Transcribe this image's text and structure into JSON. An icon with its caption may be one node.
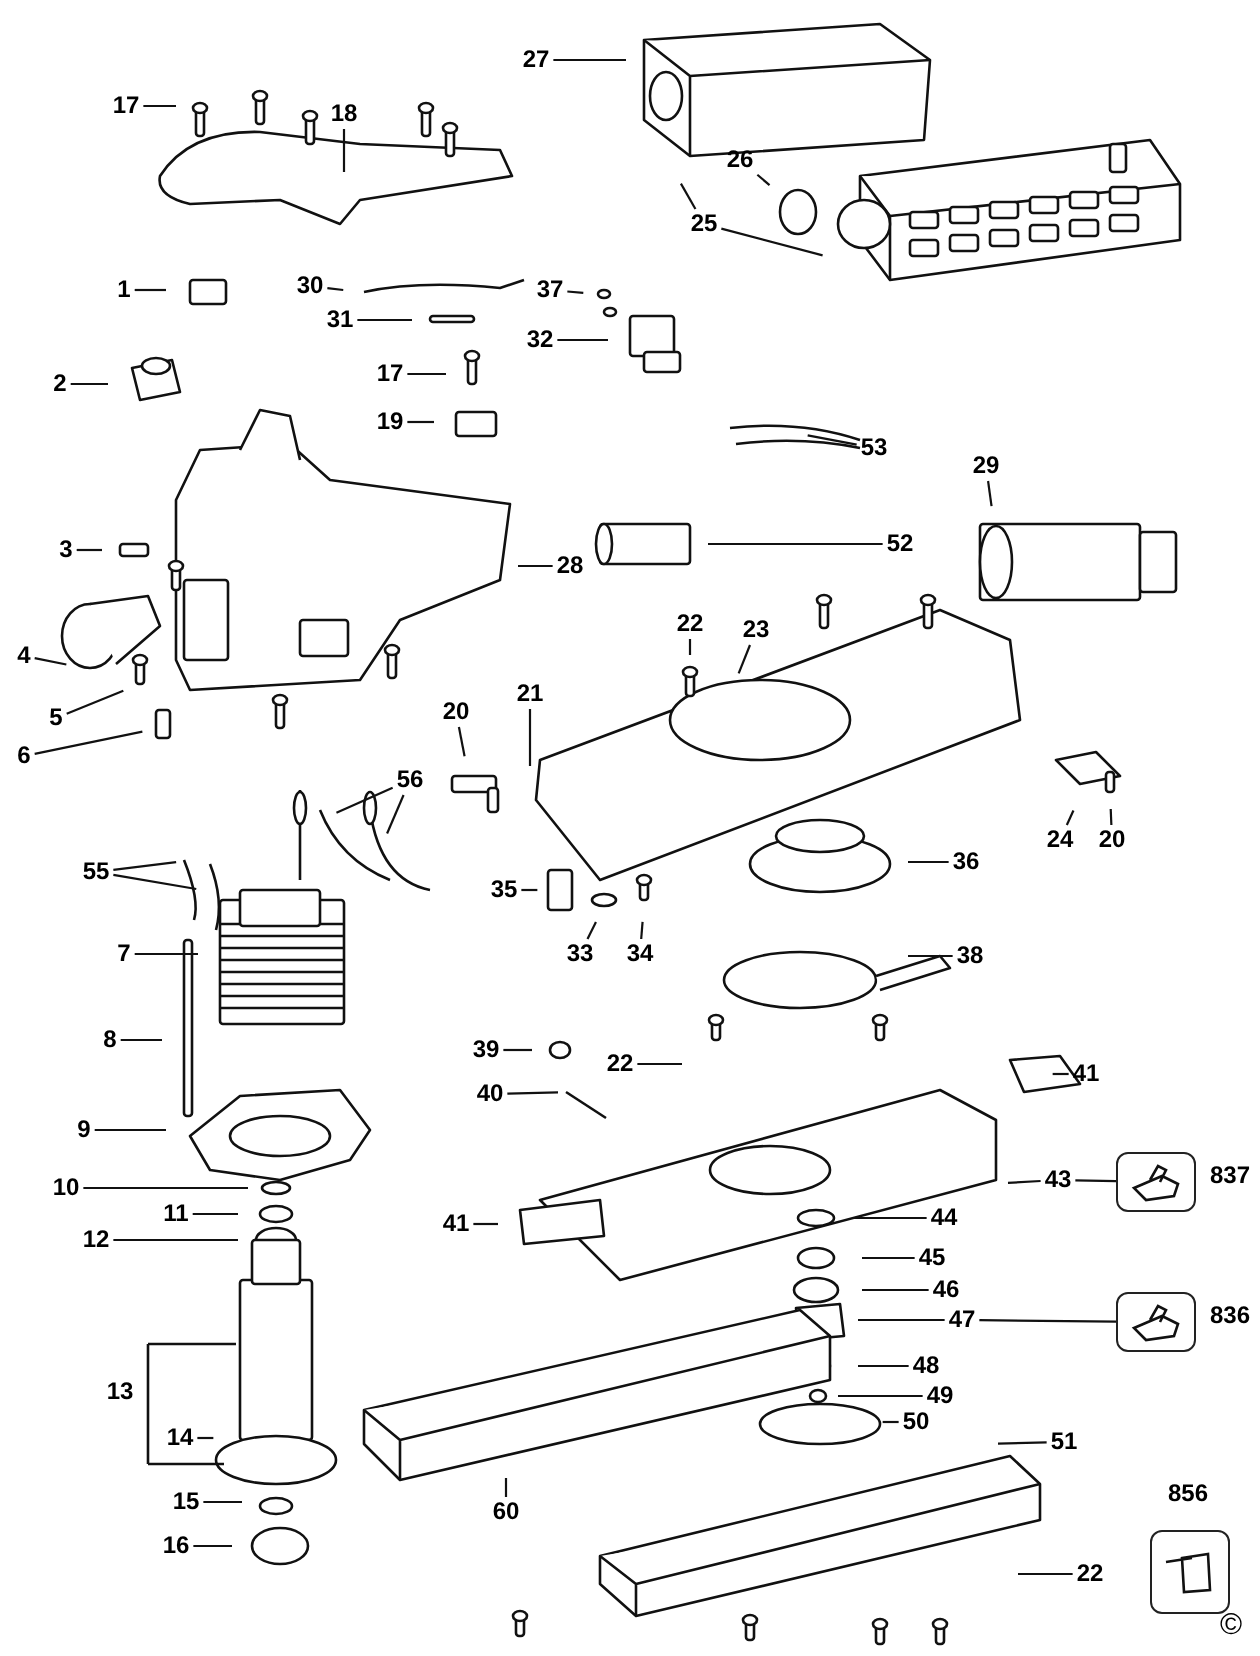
{
  "diagram": {
    "nodes": [
      {
        "text": [
          "27"
        ]
      },
      {
        "text": [
          "17"
        ]
      },
      {
        "text": [
          "18"
        ]
      },
      {
        "text": [
          "26"
        ]
      },
      {
        "text": [
          "25"
        ]
      },
      {
        "text": [
          "1"
        ]
      },
      {
        "text": [
          "30"
        ]
      },
      {
        "text": [
          "37"
        ]
      },
      {
        "text": [
          "31"
        ]
      },
      {
        "text": [
          "32"
        ]
      },
      {
        "text": [
          "2"
        ]
      },
      {
        "text": [
          "17"
        ]
      },
      {
        "text": [
          "19"
        ]
      },
      {
        "text": [
          "53"
        ]
      },
      {
        "text": [
          "29"
        ]
      },
      {
        "text": [
          "52"
        ]
      },
      {
        "text": [
          "3"
        ]
      },
      {
        "text": [
          "28"
        ]
      },
      {
        "text": [
          "22"
        ]
      },
      {
        "text": [
          "23"
        ]
      },
      {
        "text": [
          "4"
        ]
      },
      {
        "text": [
          "5"
        ]
      },
      {
        "text": [
          "21"
        ]
      },
      {
        "text": [
          "6"
        ]
      },
      {
        "text": [
          "20"
        ]
      },
      {
        "text": [
          "56"
        ]
      },
      {
        "text": [
          "24"
        ]
      },
      {
        "text": [
          "20"
        ]
      },
      {
        "text": [
          "55"
        ]
      },
      {
        "text": [
          "35"
        ]
      },
      {
        "text": [
          "36"
        ]
      },
      {
        "text": [
          "33"
        ]
      },
      {
        "text": [
          "34"
        ]
      },
      {
        "text": [
          "7"
        ]
      },
      {
        "text": [
          "38"
        ]
      },
      {
        "text": [
          "8"
        ]
      },
      {
        "text": [
          "39"
        ]
      },
      {
        "text": [
          "22"
        ]
      },
      {
        "text": [
          "41"
        ]
      },
      {
        "text": [
          "40"
        ]
      },
      {
        "text": [
          "9"
        ]
      },
      {
        "text": [
          "43"
        ]
      },
      {
        "text": [
          "837"
        ]
      },
      {
        "text": [
          "10"
        ]
      },
      {
        "text": [
          "41"
        ]
      },
      {
        "text": [
          "11"
        ]
      },
      {
        "text": [
          "44"
        ]
      },
      {
        "text": [
          "12"
        ]
      },
      {
        "text": [
          "45"
        ]
      },
      {
        "text": [
          "46"
        ]
      },
      {
        "text": [
          "47"
        ]
      },
      {
        "text": [
          "836"
        ]
      },
      {
        "text": [
          "13"
        ]
      },
      {
        "text": [
          "48"
        ]
      },
      {
        "text": [
          "49"
        ]
      },
      {
        "text": [
          "50"
        ]
      },
      {
        "text": [
          "14"
        ]
      },
      {
        "text": [
          "51"
        ]
      },
      {
        "text": [
          "60"
        ]
      },
      {
        "text": [
          "15"
        ]
      },
      {
        "text": [
          "16"
        ]
      },
      {
        "text": [
          "856"
        ]
      },
      {
        "text": [
          "22"
        ]
      }
    ],
    "edges": [
      {
        "from": 0,
        "to": null,
        "arrow": "none"
      },
      {
        "from": 1,
        "to": null,
        "arrow": "none"
      },
      {
        "from": 2,
        "to": null,
        "arrow": "none"
      },
      {
        "from": 3,
        "to": null,
        "arrow": "none"
      },
      {
        "from": 4,
        "to": null,
        "arrow": "none"
      },
      {
        "from": 4,
        "to": null,
        "arrow": "none"
      },
      {
        "from": 5,
        "to": null,
        "arrow": "none"
      },
      {
        "from": 6,
        "to": null,
        "arrow": "none"
      },
      {
        "from": 7,
        "to": null,
        "arrow": "none"
      },
      {
        "from": 8,
        "to": null,
        "arrow": "none"
      },
      {
        "from": 9,
        "to": null,
        "arrow": "none"
      },
      {
        "from": 10,
        "to": null,
        "arrow": "none"
      },
      {
        "from": 11,
        "to": null,
        "arrow": "none"
      },
      {
        "from": 12,
        "to": null,
        "arrow": "none"
      },
      {
        "from": 13,
        "to": null,
        "arrow": "none"
      },
      {
        "from": 14,
        "to": null,
        "arrow": "none"
      },
      {
        "from": 15,
        "to": null,
        "arrow": "none"
      },
      {
        "from": 16,
        "to": null,
        "arrow": "none"
      },
      {
        "from": 17,
        "to": null,
        "arrow": "none"
      },
      {
        "from": 18,
        "to": null,
        "arrow": "none"
      },
      {
        "from": 19,
        "to": null,
        "arrow": "none"
      },
      {
        "from": 20,
        "to": null,
        "arrow": "none"
      },
      {
        "from": 21,
        "to": null,
        "arrow": "none"
      },
      {
        "from": 22,
        "to": null,
        "arrow": "none"
      },
      {
        "from": 23,
        "to": null,
        "arrow": "none"
      },
      {
        "from": 24,
        "to": null,
        "arrow": "none"
      },
      {
        "from": 25,
        "to": null,
        "arrow": "none"
      },
      {
        "from": 25,
        "to": null,
        "arrow": "none"
      },
      {
        "from": 26,
        "to": null,
        "arrow": "none"
      },
      {
        "from": 27,
        "to": null,
        "arrow": "none"
      },
      {
        "from": 28,
        "to": null,
        "arrow": "none"
      },
      {
        "from": 28,
        "to": null,
        "arrow": "none"
      },
      {
        "from": 29,
        "to": null,
        "arrow": "none"
      },
      {
        "from": 30,
        "to": null,
        "arrow": "none"
      },
      {
        "from": 31,
        "to": null,
        "arrow": "none"
      },
      {
        "from": 32,
        "to": null,
        "arrow": "none"
      },
      {
        "from": 33,
        "to": null,
        "arrow": "none"
      },
      {
        "from": 34,
        "to": null,
        "arrow": "none"
      },
      {
        "from": 35,
        "to": null,
        "arrow": "none"
      },
      {
        "from": 36,
        "to": null,
        "arrow": "none"
      },
      {
        "from": 37,
        "to": null,
        "arrow": "none"
      },
      {
        "from": 38,
        "to": null,
        "arrow": "none"
      },
      {
        "from": 39,
        "to": null,
        "arrow": "none"
      },
      {
        "from": 40,
        "to": null,
        "arrow": "none"
      },
      {
        "from": 41,
        "to": null,
        "arrow": "none"
      },
      {
        "from": 41,
        "to": 42,
        "arrow": "none"
      },
      {
        "from": 43,
        "to": null,
        "arrow": "none"
      },
      {
        "from": 44,
        "to": null,
        "arrow": "none"
      },
      {
        "from": 45,
        "to": null,
        "arrow": "none"
      },
      {
        "from": 46,
        "to": null,
        "arrow": "none"
      },
      {
        "from": 47,
        "to": null,
        "arrow": "none"
      },
      {
        "from": 48,
        "to": null,
        "arrow": "none"
      },
      {
        "from": 49,
        "to": null,
        "arrow": "none"
      },
      {
        "from": 50,
        "to": null,
        "arrow": "none"
      },
      {
        "from": 50,
        "to": 51,
        "arrow": "none"
      },
      {
        "from": 53,
        "to": null,
        "arrow": "none"
      },
      {
        "from": 54,
        "to": null,
        "arrow": "none"
      },
      {
        "from": 55,
        "to": null,
        "arrow": "none"
      },
      {
        "from": 56,
        "to": null,
        "arrow": "none"
      },
      {
        "from": 57,
        "to": null,
        "arrow": "none"
      },
      {
        "from": 58,
        "to": null,
        "arrow": "none"
      },
      {
        "from": 59,
        "to": null,
        "arrow": "none"
      },
      {
        "from": 60,
        "to": null,
        "arrow": "none"
      },
      {
        "from": 62,
        "to": null,
        "arrow": "none"
      }
    ],
    "labels": [
      "©"
    ]
  }
}
